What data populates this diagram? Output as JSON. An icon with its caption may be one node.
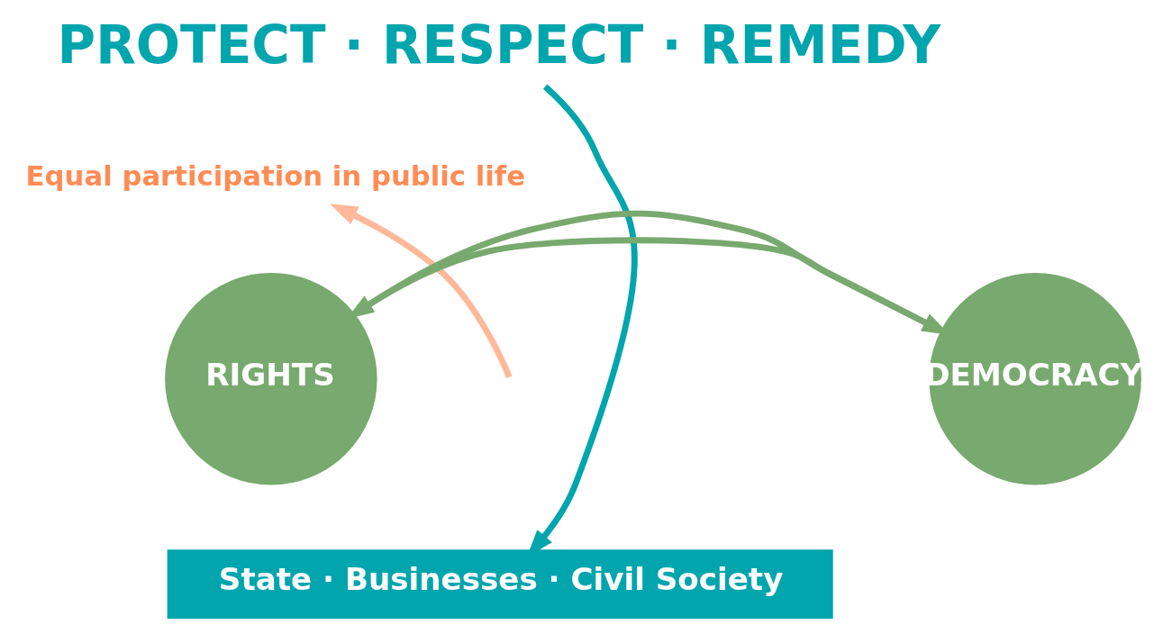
{
  "diagram": {
    "nodes": [
      {
        "text": [
          "PROTECT · RESPECT · REMEDY"
        ]
      },
      {
        "text": [
          "Equal participation in public life"
        ]
      },
      {
        "text": [
          "RIGHTS"
        ]
      },
      {
        "text": [
          "DEMOCRACY"
        ]
      },
      {
        "text": [
          "State · Businesses · Civil Society"
        ]
      }
    ],
    "edges": [
      {
        "from": 0,
        "to": 4,
        "arrow": "to",
        "color": "#00a5ad"
      },
      {
        "from": null,
        "to": 1,
        "arrow": "to",
        "color": "#ffb899"
      },
      {
        "from": 3,
        "to": 2,
        "arrow": "to",
        "color": "#78a96e"
      },
      {
        "from": 2,
        "to": 3,
        "arrow": "to",
        "color": "#78a96e"
      }
    ]
  }
}
